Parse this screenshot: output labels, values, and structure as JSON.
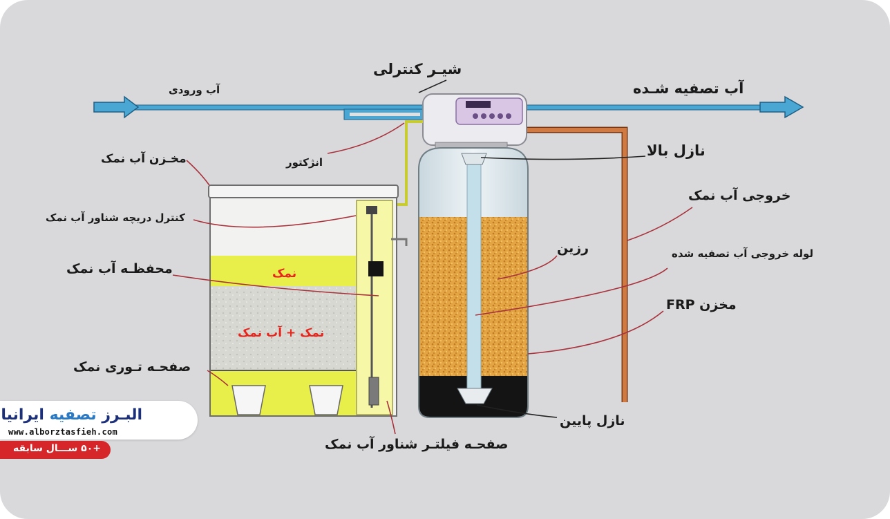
{
  "labels": {
    "inlet_water": "آب ورودی",
    "control_valve": "شیـر کنترلی",
    "treated_water": "آب تصفیه شـده",
    "injector": "انژکتور",
    "brine_tank": "مخـزن آب نمک",
    "top_nozzle": "نازل بالا",
    "brine_outlet": "خروجی آب نمک",
    "float_valve_control": "کنترل دریچه شناور آب نمک",
    "resin": "رزین",
    "treated_outlet_pipe": "لوله خروجی آب تصفیه شده",
    "brine_chamber": "محفظـه آب نمک",
    "salt": "نمک",
    "frp_tank": "مخزن  FRP",
    "salt_plus_brine": "نمک + آب نمک",
    "salt_grid_plate": "صفحـه تـوری نمک",
    "bottom_nozzle": "نازل پایین",
    "float_filter_plate": "صفحـه فیلتـر شناور آب نمک"
  },
  "logo": {
    "name_part1": "البـرز",
    "name_part2": "تصفیه",
    "name_part3": "ایرانیان",
    "url": "www.alborztasfieh.com",
    "badge": "+۵۰ ســـال سابقه"
  },
  "colors": {
    "background": "#d9d9db",
    "pipe_blue": "#4aa7d4",
    "copper_pipe": "#c8703a",
    "resin": "#e0a040",
    "brine_yellow": "#e8ef4a",
    "leader_red": "#a8323c",
    "badge_red": "#d6262a"
  }
}
